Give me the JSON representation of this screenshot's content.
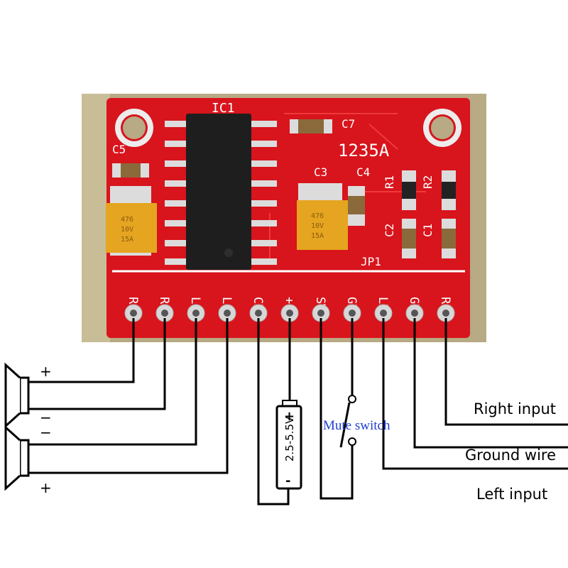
{
  "board": {
    "ic_label": "IC1",
    "chip_number": "1235A",
    "cap_labels": {
      "c5": "C5",
      "c7": "C7",
      "c3": "C3",
      "c4": "C4",
      "c2": "C2",
      "c1": "C1"
    },
    "res_labels": {
      "r1": "R1",
      "r2": "R2"
    },
    "jumper_label": "JP1",
    "cap_markings": {
      "line1": "476",
      "line2": "10V",
      "line3": "15A"
    },
    "pins": [
      "R+",
      "R-",
      "L-",
      "L+",
      "CNL",
      "+5V",
      "SW",
      "GND",
      "LNT",
      "GND",
      "RIN"
    ]
  },
  "speakers": {
    "top_plus": "+",
    "top_minus": "−",
    "bottom_minus": "−",
    "bottom_plus": "+"
  },
  "battery_label": "2.5-5.5V",
  "battery_plus": "+",
  "battery_minus": "-",
  "mute_switch": "Mute switch",
  "inputs": {
    "right": "Right input",
    "ground": "Ground wire",
    "left": "Left input"
  },
  "colors": {
    "board": "#d8141c",
    "background": "#b7aa84",
    "chip": "#1e1e1e",
    "tantalum": "#e5a520",
    "wire": "#000000"
  }
}
